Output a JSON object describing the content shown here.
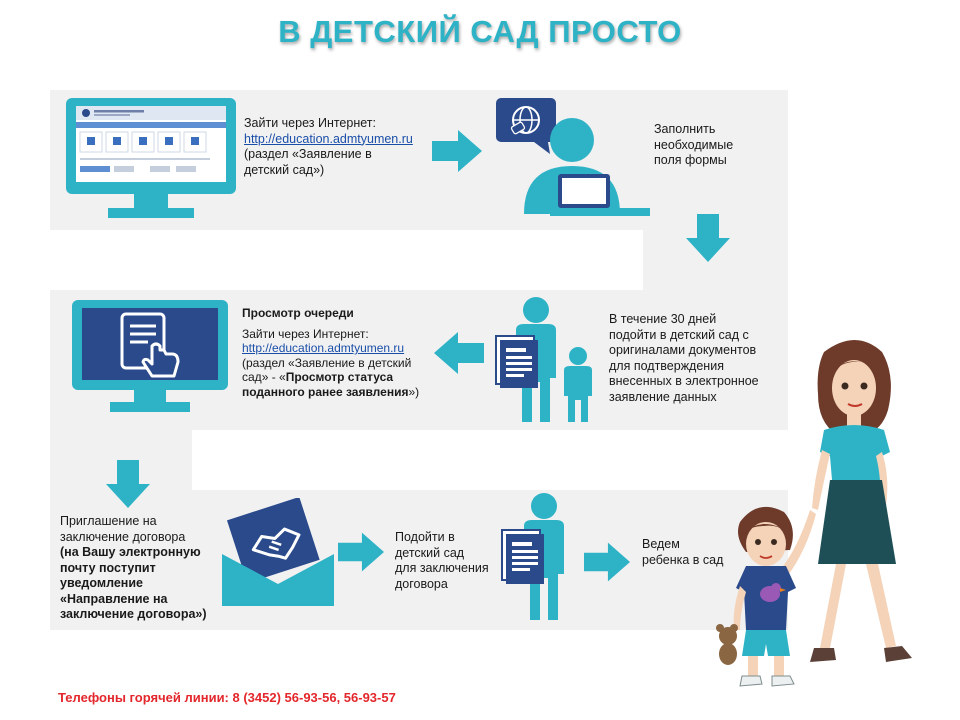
{
  "title": "В ДЕТСКИЙ САД ПРОСТО",
  "colors": {
    "accent": "#2eb3c6",
    "navy": "#2a4a8c",
    "band": "#f1f1f2",
    "hotline": "#e3262b",
    "link": "#1a4fa8"
  },
  "step1": {
    "line1": "Зайти через Интернет:",
    "link": "http://education.admtyumen.ru",
    "line3": "(раздел «Заявление в",
    "line4": "детский сад»)"
  },
  "step2": {
    "line1": "Заполнить",
    "line2": "необходимые",
    "line3": "поля формы"
  },
  "step3": {
    "line1": "В течение 30 дней",
    "line2": "подойти в детский сад с",
    "line3": "оригиналами документов",
    "line4": "для подтверждения",
    "line5": "внесенных в электронное",
    "line6": "заявление данных"
  },
  "step4": {
    "heading": "Просмотр очереди",
    "line1": "Зайти через Интернет:",
    "link": "http://education.admtyumen.ru",
    "line3a": "(раздел «",
    "line3b": "Заявление в детский",
    "line4a": "сад",
    "line4b": "» - «",
    "line4c": "Просмотр статуса",
    "line5a": "поданного ранее заявления",
    "line5b": "»)"
  },
  "step5": {
    "line1": "Приглашение на",
    "line2": "заключение договора",
    "line3": "(на Вашу электронную",
    "line4": "почту поступит",
    "line5": "уведомление",
    "line6": "«Направление на",
    "line7": "заключение договора»)"
  },
  "step6": {
    "line1": "Подойти в",
    "line2": "детский сад",
    "line3": "для заключения",
    "line4": "договора"
  },
  "step7": {
    "line1": "Ведем",
    "line2": "ребенка в сад"
  },
  "hotline": "Телефоны горячей линии: 8 (3452) 56-93-56, 56-93-57"
}
